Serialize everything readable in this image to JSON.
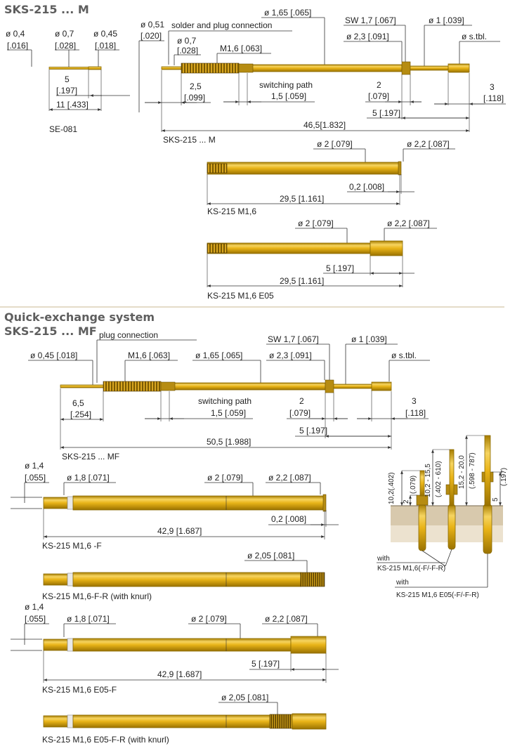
{
  "sections": {
    "top_title": "SKS-215 ... M",
    "mid_title_1": "Quick-exchange system",
    "mid_title_2": "SKS-215 ... MF"
  },
  "se081": {
    "d1": "ø 0,4",
    "d1i": "[.016]",
    "d2": "ø 0,7",
    "d2i": "[.028]",
    "d3": "ø 0,45",
    "d3i": "[.018]",
    "l1": "5",
    "l1i": "[.197]",
    "l2": "11 [.433]",
    "name": "SE-081"
  },
  "sks_m": {
    "d051": "ø 0,51",
    "d051i": "[.020]",
    "solder": "solder and plug connection",
    "d07": "ø 0,7",
    "d07i": "[.028]",
    "thread": "M1,6 [.063]",
    "d165": "ø 1,65 [.065]",
    "sw": "SW 1,7 [.067]",
    "d23": "ø 2,3 [.091]",
    "d1": "ø 1 [.039]",
    "dstbl": "ø s.tbl.",
    "l25": "2,5",
    "l25i": "[.099]",
    "switching": "switching path",
    "l15": "1,5 [.059]",
    "l2": "2",
    "l2i": "[.079]",
    "l3": "3",
    "l3i": "[.118]",
    "l5": "5  [.197]",
    "l465": "46,5[1.832]",
    "name": "SKS-215 ... M"
  },
  "ks_m16": {
    "d2": "ø 2 [.079]",
    "d22": "ø 2,2 [.087]",
    "l02": "0,2 [.008]",
    "l295": "29,5 [1.161]",
    "name": "KS-215 M1,6"
  },
  "ks_m16_e05": {
    "d2": "ø 2 [.079]",
    "d22": "ø 2,2 [.087]",
    "l5": "5 [.197]",
    "l295": "29,5 [1.161]",
    "name": "KS-215 M1,6 E05"
  },
  "sks_mf": {
    "plug": "plug connection",
    "d045": "ø 0,45 [.018]",
    "thread": "M1,6 [.063]",
    "d165": "ø 1,65 [.065]",
    "d23": "ø 2,3 [.091]",
    "sw": "SW 1,7 [.067]",
    "d1": "ø 1 [.039]",
    "dstbl": "ø s.tbl.",
    "l65": "6,5",
    "l65i": "[.254]",
    "switching": "switching path",
    "l15": "1,5 [.059]",
    "l2": "2",
    "l2i": "[.079]",
    "l3": "3",
    "l3i": "[.118]",
    "l5": "5 [.197]",
    "l505": "50,5 [1.988]",
    "name": "SKS-215 ... MF"
  },
  "ks_f": {
    "d14": "ø 1,4",
    "d14i": "[.055]",
    "d18": "ø 1,8 [.071]",
    "d2": "ø 2 [.079]",
    "d22": "ø 2,2 [.087]",
    "l02": "0,2 [.008]",
    "l429": "42,9 [1.687]",
    "name": "KS-215 M1,6 -F"
  },
  "ks_fr": {
    "d205": "ø 2,05 [.081]",
    "name": "KS-215 M1,6-F-R (with knurl)"
  },
  "ks_e05f": {
    "d14": "ø 1,4",
    "d14i": "[.055]",
    "d18": "ø 1,8 [.071]",
    "d2": "ø 2 [.079]",
    "d22": "ø 2,2 [.087]",
    "l5": "5 [.197]",
    "l429": "42,9 [1.687]",
    "name": "KS-215 M1,6 E05-F"
  },
  "ks_e05fr": {
    "d205": "ø 2,05 [.081]",
    "name": "KS-215 M1,6 E05-F-R (with knurl)"
  },
  "install": {
    "a1": "10,2(.402)",
    "a2": "2",
    "a2i": "(.079)",
    "b1": "10,2 - 15,5",
    "b1i": "(.402 - 610)",
    "c1": "15,2 - 20,0",
    "c1i": "(.598 - 787)",
    "c2": "5",
    "c2i": "(.197)",
    "with1": "with",
    "with1b": "KS-215 M1,6(-F/-F-R)",
    "with2": "with",
    "with2b": "KS-215 M1,6  E05(-F/-F-R)"
  },
  "colors": {
    "gold": "#e9b418",
    "gold_dark": "#a67c00",
    "rule": "#c9b892"
  }
}
